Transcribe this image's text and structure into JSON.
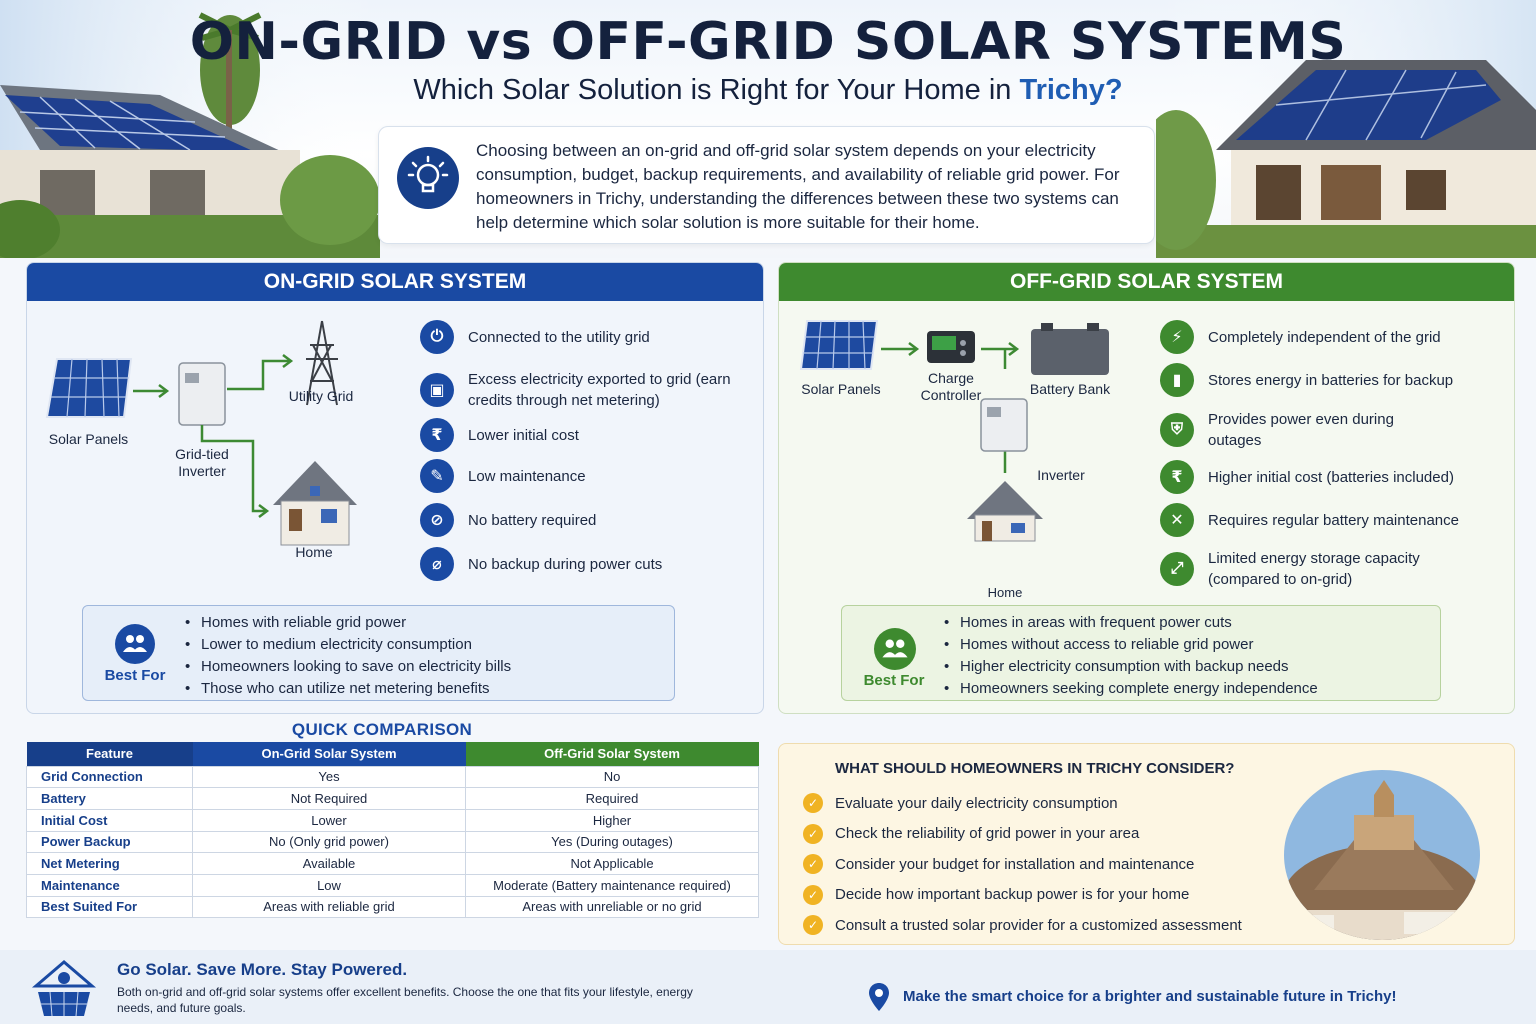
{
  "header": {
    "title": "ON-GRID vs OFF-GRID SOLAR SYSTEMS",
    "subtitle_prefix": "Which Solar Solution is Right for Your Home in ",
    "subtitle_highlight": "Trichy?",
    "intro": "Choosing between an on-grid and off-grid solar system depends on your electricity consumption, budget, backup requirements, and availability of reliable grid power. For homeowners in Trichy, understanding the differences between these two systems can help determine which solar solution is more suitable for their home.",
    "intro_icon": "lightbulb-icon"
  },
  "on_grid": {
    "title": "ON-GRID SOLAR SYSTEM",
    "color": "#1a4aa3",
    "diagram": {
      "solar_panels": "Solar Panels",
      "inverter": "Grid-tied Inverter",
      "utility_grid": "Utility Grid",
      "home": "Home"
    },
    "features": [
      {
        "icon": "plug-icon",
        "text": "Connected to the utility grid"
      },
      {
        "icon": "meter-icon",
        "text": "Excess electricity exported to grid (earn credits through net metering)"
      },
      {
        "icon": "rupee-icon",
        "text": "Lower initial cost"
      },
      {
        "icon": "tools-icon",
        "text": "Low maintenance"
      },
      {
        "icon": "no-battery-icon",
        "text": "No battery required"
      },
      {
        "icon": "power-off-icon",
        "text": "No backup during power cuts"
      }
    ],
    "best_for": {
      "label": "Best For",
      "items": [
        "Homes with reliable grid power",
        "Lower to medium electricity consumption",
        "Homeowners looking to save on electricity bills",
        "Those who can utilize net metering benefits"
      ]
    }
  },
  "off_grid": {
    "title": "OFF-GRID SOLAR SYSTEM",
    "color": "#3e8a2f",
    "diagram": {
      "solar_panels": "Solar Panels",
      "charge_controller": "Charge Controller",
      "battery_bank": "Battery Bank",
      "inverter": "Inverter",
      "home": "Home"
    },
    "features": [
      {
        "icon": "battery-bolt-icon",
        "text": "Completely independent of the grid"
      },
      {
        "icon": "battery-charge-icon",
        "text": "Stores energy in batteries for backup"
      },
      {
        "icon": "shield-bolt-icon",
        "text": "Provides power even during outages"
      },
      {
        "icon": "cost-icon",
        "text": "Higher initial cost (batteries included)"
      },
      {
        "icon": "wrench-icon",
        "text": "Requires regular battery maintenance"
      },
      {
        "icon": "expand-icon",
        "text": "Limited energy storage capacity (compared to on-grid)"
      }
    ],
    "best_for": {
      "label": "Best For",
      "items": [
        "Homes in areas with frequent power cuts",
        "Homes without access to reliable grid power",
        "Higher electricity consumption with backup needs",
        "Homeowners seeking complete energy independence"
      ]
    }
  },
  "comparison": {
    "title": "QUICK COMPARISON",
    "headers": [
      "Feature",
      "On-Grid Solar System",
      "Off-Grid Solar System"
    ],
    "rows": [
      [
        "Grid Connection",
        "Yes",
        "No"
      ],
      [
        "Battery",
        "Not Required",
        "Required"
      ],
      [
        "Initial Cost",
        "Lower",
        "Higher"
      ],
      [
        "Power Backup",
        "No (Only grid power)",
        "Yes (During outages)"
      ],
      [
        "Net Metering",
        "Available",
        "Not Applicable"
      ],
      [
        "Maintenance",
        "Low",
        "Moderate (Battery maintenance required)"
      ],
      [
        "Best Suited For",
        "Areas with reliable grid",
        "Areas with unreliable or no grid"
      ]
    ]
  },
  "consider": {
    "title": "WHAT SHOULD HOMEOWNERS IN TRICHY CONSIDER?",
    "items": [
      "Evaluate your daily electricity consumption",
      "Check the reliability of grid power in your area",
      "Consider your budget for installation and maintenance",
      "Decide how important backup power is for your home",
      "Consult a trusted solar provider for a customized assessment"
    ],
    "accent": "#f0b323"
  },
  "footer": {
    "slogan": "Go Solar. Save More. Stay Powered.",
    "text": "Both on-grid and off-grid solar systems offer excellent benefits. Choose the one that fits your lifestyle, energy needs, and future goals.",
    "cta": "Make the smart choice for a brighter and sustainable future in Trichy!"
  }
}
